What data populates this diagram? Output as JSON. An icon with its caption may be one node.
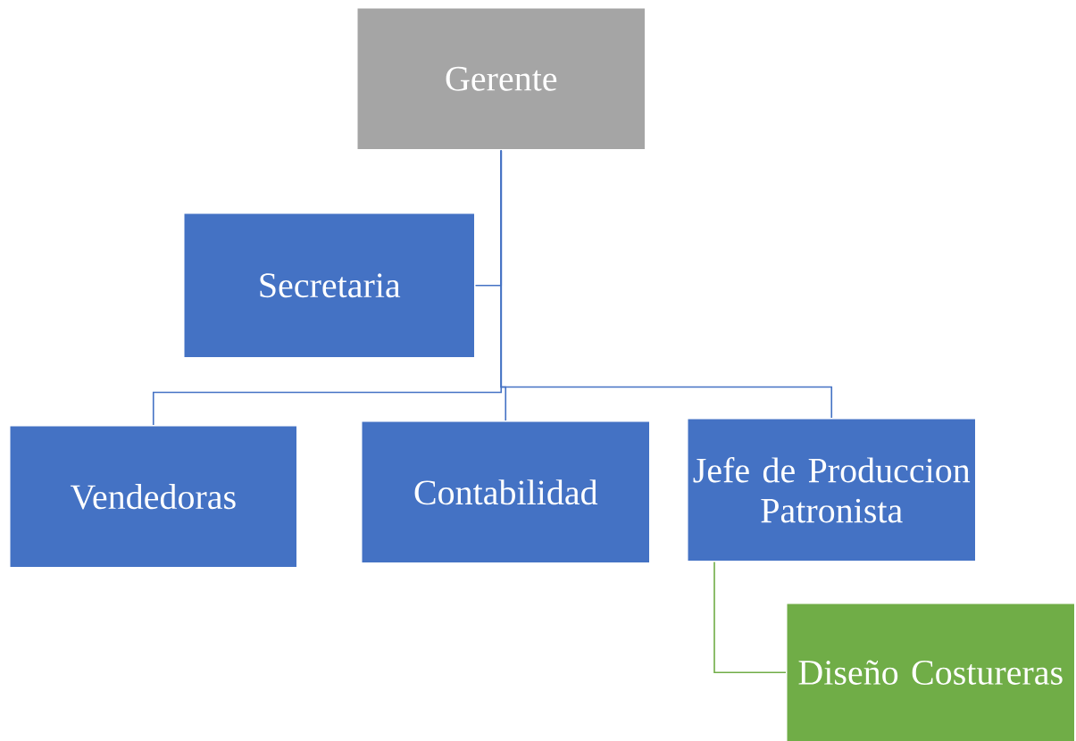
{
  "diagram": {
    "nodes": [
      {
        "text": [
          "Gerente"
        ]
      },
      {
        "text": [
          "Secretaria"
        ]
      },
      {
        "text": [
          "Vendedoras"
        ]
      },
      {
        "text": [
          "Contabilidad"
        ]
      },
      {
        "text": [
          "Jefe de Produccion Patronista"
        ]
      },
      {
        "text": [
          "Diseño Costureras"
        ]
      }
    ],
    "edges": [
      {
        "from": 0,
        "to": 1,
        "arrow": "none"
      },
      {
        "from": 0,
        "to": 2,
        "arrow": "none"
      },
      {
        "from": 0,
        "to": 3,
        "arrow": "none"
      },
      {
        "from": 0,
        "to": 4,
        "arrow": "none"
      },
      {
        "from": 4,
        "to": 5,
        "arrow": "none",
        "color": "#70ad47"
      }
    ]
  }
}
